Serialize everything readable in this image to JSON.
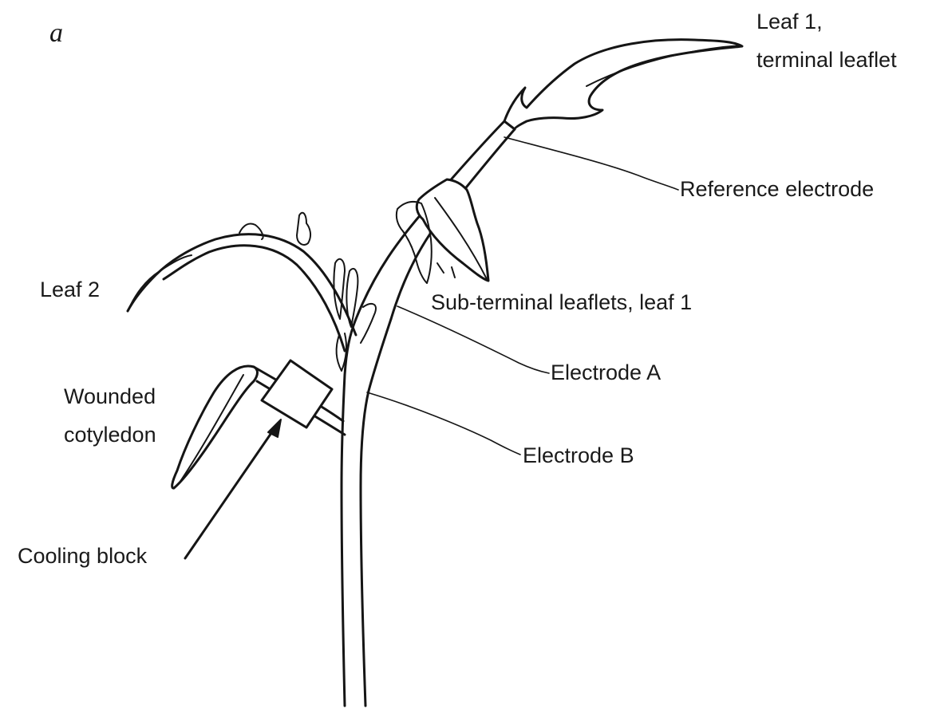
{
  "panel_letter": "a",
  "labels": {
    "leaf1_line1": "Leaf 1,",
    "leaf1_line2": "terminal leaflet",
    "reference_electrode": "Reference electrode",
    "leaf2": "Leaf 2",
    "subterminal": "Sub-terminal leaflets, leaf 1",
    "electrode_a": "Electrode A",
    "wounded_line1": "Wounded",
    "wounded_line2": "cotyledon",
    "electrode_b": "Electrode B",
    "cooling_block": "Cooling block"
  }
}
